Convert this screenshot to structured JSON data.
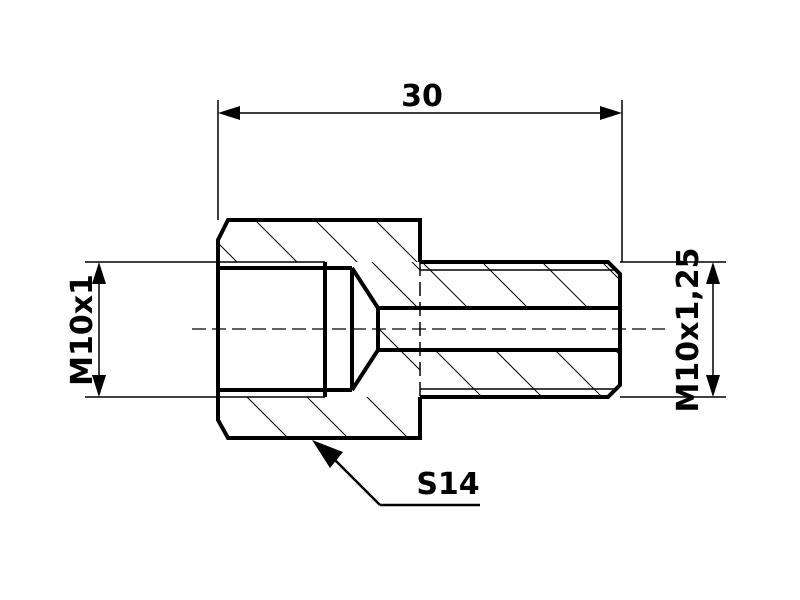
{
  "drawing": {
    "type": "technical-section-drawing",
    "subject": "threaded adapter fitting",
    "colors": {
      "line": "#000000",
      "background": "#ffffff"
    },
    "dimensions": {
      "overall_length": "30",
      "left_thread": "M10x1",
      "right_thread": "M10x1,25",
      "hex_size": "S14"
    }
  }
}
